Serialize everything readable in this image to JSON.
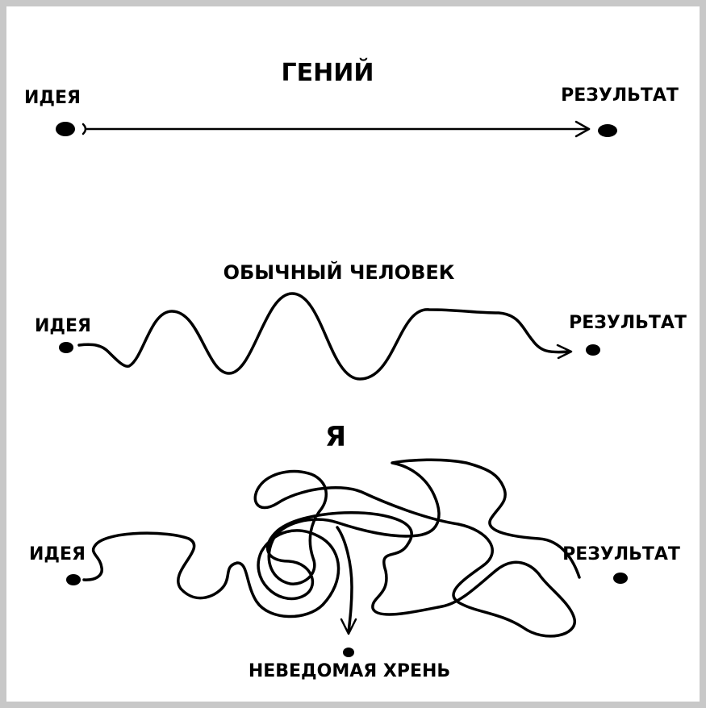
{
  "panels": [
    {
      "title": "ГЕНИЙ",
      "start_label": "ИДЕЯ",
      "end_label": "РЕЗУЛЬТАТ"
    },
    {
      "title": "ОБЫЧНЫЙ ЧЕЛОВЕК",
      "start_label": "ИДЕЯ",
      "end_label": "РЕЗУЛЬТАТ"
    },
    {
      "title": "Я",
      "start_label": "ИДЕЯ",
      "end_label": "РЕЗУЛЬТАТ",
      "outcome_label": "НЕВЕДОМАЯ ХРЕНЬ"
    }
  ]
}
